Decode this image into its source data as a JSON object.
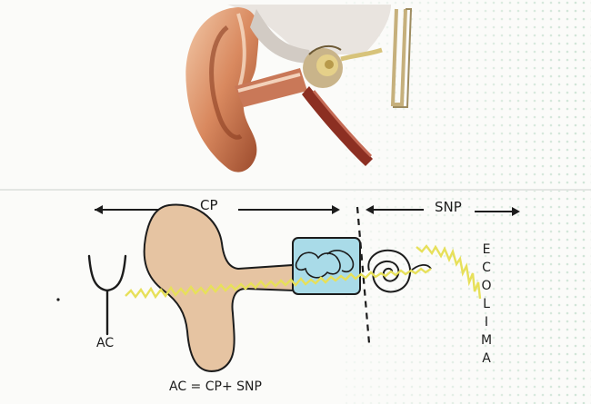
{
  "labels": {
    "cp": "CP",
    "snp": "SNP",
    "ac": "AC",
    "equation": "AC = CP+ SNP",
    "vertical_word": [
      "E",
      "C",
      "O",
      "L",
      "I",
      "M",
      "A"
    ]
  },
  "colors": {
    "outer_ear_fill": "#e6c4a2",
    "ossicle_box_fill": "#a9dbe8",
    "sound_wave": "#e7e05a",
    "ink": "#1c1c1c",
    "dot_texture": "#cfe4d6"
  },
  "icons": [
    "tuning-fork-icon",
    "cochlea-icon",
    "ear-anatomy-illustration"
  ]
}
